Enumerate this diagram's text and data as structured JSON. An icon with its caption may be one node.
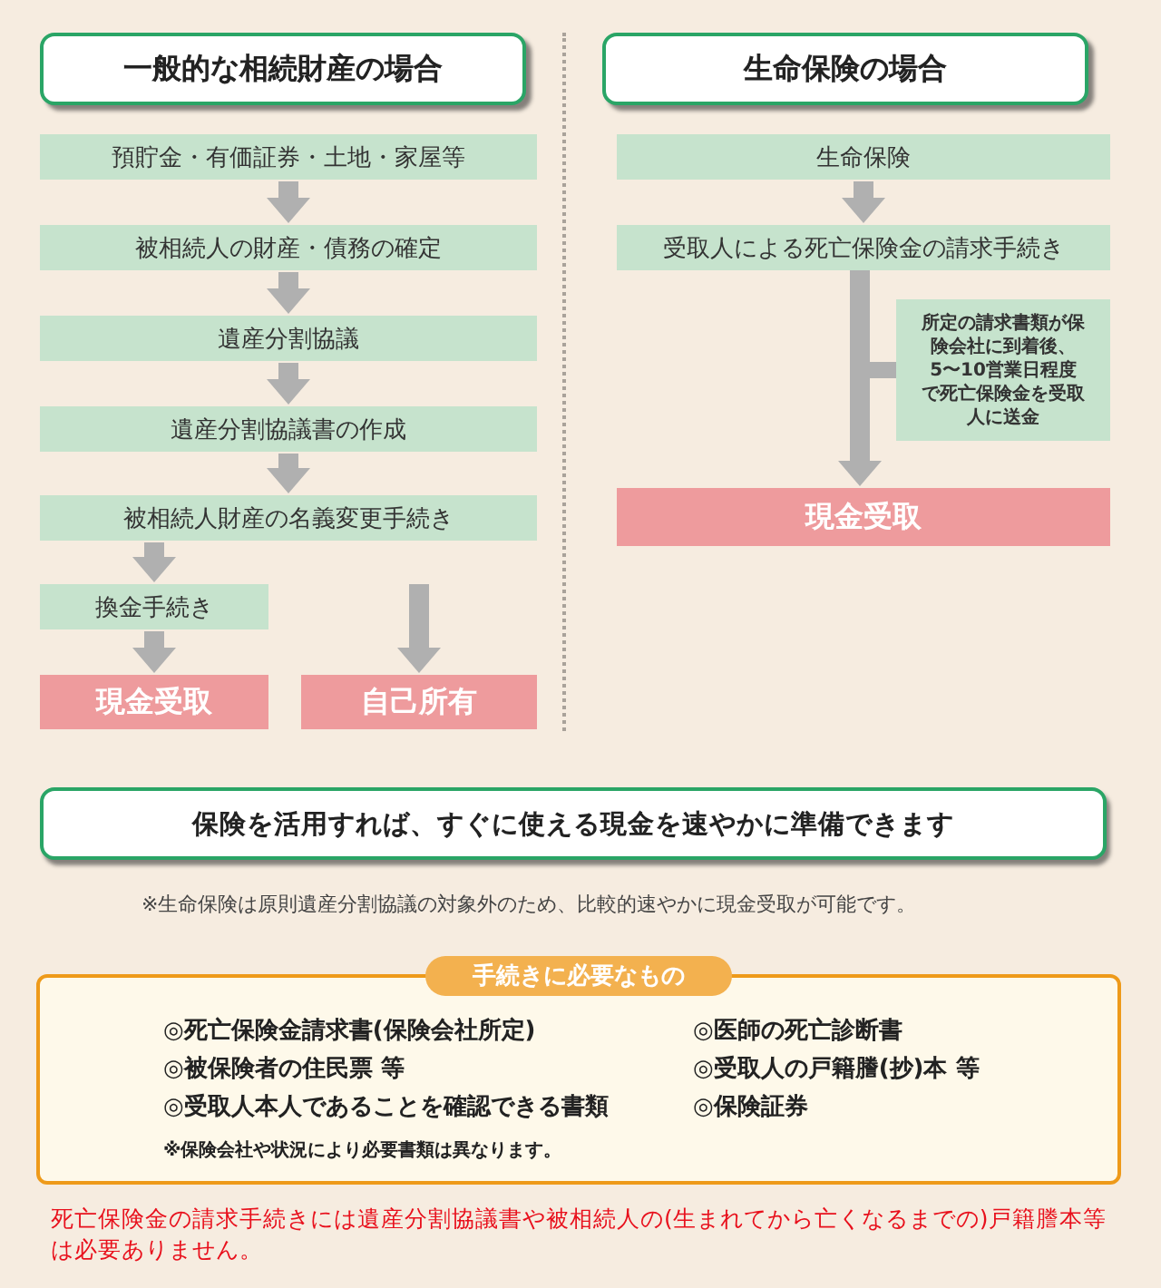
{
  "diagram": {
    "nodes": [
      {
        "text": [
          "一般的な相続財産の場合"
        ]
      },
      {
        "text": [
          "生命保険の場合"
        ]
      },
      {
        "text": [
          "預貯金・有価証券・土地・家屋等"
        ]
      },
      {
        "text": [
          "被相続人の財産・債務の確定"
        ]
      },
      {
        "text": [
          "遺産分割協議"
        ]
      },
      {
        "text": [
          "遺産分割協議書の作成"
        ]
      },
      {
        "text": [
          "被相続人財産の名義変更手続き"
        ]
      },
      {
        "text": [
          "換金手続き"
        ]
      },
      {
        "text": [
          "現金受取"
        ]
      },
      {
        "text": [
          "自己所有"
        ]
      },
      {
        "text": [
          "生命保険"
        ]
      },
      {
        "text": [
          "受取人による死亡保険金の請求手続き"
        ]
      },
      {
        "text": [
          "所定の請求書類が保険会社に到着後、5〜10営業日程度で死亡保険金を受取人に送金"
        ]
      },
      {
        "text": [
          "現金受取"
        ]
      },
      {
        "text": [
          "保険を活用すれば、すぐに使える現金を速やかに準備できます"
        ]
      },
      {
        "text": [
          "手続きに必要なもの",
          "◎死亡保険金請求書(保険会社所定)",
          "◎医師の死亡診断書",
          "◎被保険者の住民票 等",
          "◎受取人の戸籍謄(抄)本 等",
          "◎受取人本人であることを確認できる書類",
          "◎保険証券",
          "※保険会社や状況により必要書類は異なります。"
        ]
      }
    ],
    "edges": [
      {
        "from": 2,
        "to": 3,
        "arrow": "to"
      },
      {
        "from": 3,
        "to": 4,
        "arrow": "to"
      },
      {
        "from": 4,
        "to": 5,
        "arrow": "to"
      },
      {
        "from": 5,
        "to": 6,
        "arrow": "to"
      },
      {
        "from": 6,
        "to": 7,
        "arrow": "to"
      },
      {
        "from": 7,
        "to": 8,
        "arrow": "to"
      },
      {
        "from": null,
        "to": 9,
        "arrow": "to"
      },
      {
        "from": 10,
        "to": 11,
        "arrow": "to"
      },
      {
        "from": 11,
        "to": 13,
        "arrow": "to"
      },
      {
        "from": 12,
        "to": null,
        "arrow": "none"
      }
    ],
    "labels": [
      "※生命保険は原則遺産分割協議の対象外のため、比較的速やかに現金受取が可能です。",
      "死亡保険金の請求手続きには遺産分割協議書や被相続人の(生まれてから亡くなるまでの)戸籍謄本等は必要ありません。"
    ]
  }
}
